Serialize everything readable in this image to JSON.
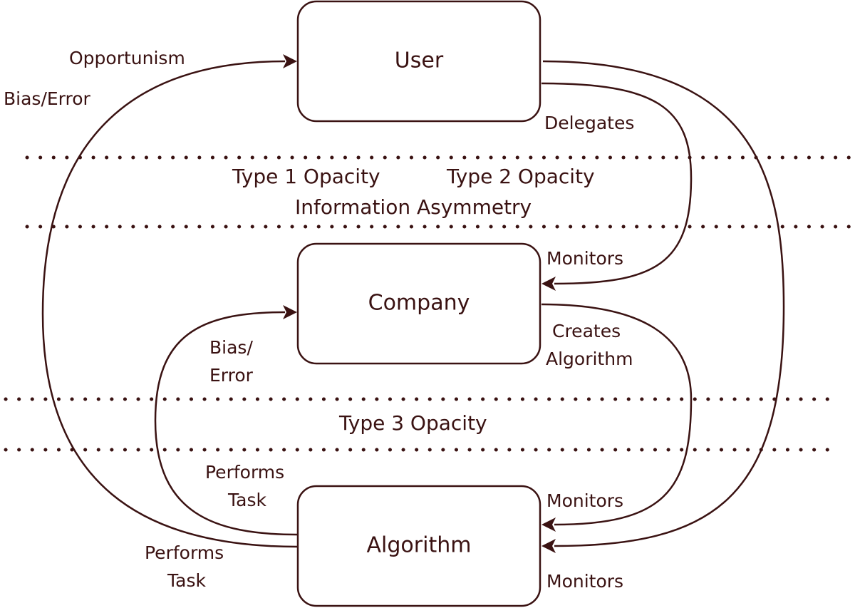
{
  "colors": {
    "stroke": "#3a1212",
    "background": "#ffffff"
  },
  "nodes": {
    "user": "User",
    "company": "Company",
    "algorithm": "Algorithm"
  },
  "zones": {
    "type1": "Type 1 Opacity",
    "type2": "Type 2 Opacity",
    "info_asymmetry": "Information Asymmetry",
    "type3": "Type 3 Opacity"
  },
  "edge_labels": {
    "opportunism": "Opportunism",
    "bias_error": "Bias/Error",
    "delegates": "Delegates",
    "monitors_company": "Monitors",
    "creates_line1": "Creates",
    "creates_line2": "Algorithm",
    "bias_line1": "Bias/",
    "bias_line2": "Error",
    "performs_inner_line1": "Performs",
    "performs_inner_line2": "Task",
    "monitors_algorithm_inner": "Monitors",
    "performs_outer_line1": "Performs",
    "performs_outer_line2": "Task",
    "monitors_algorithm_outer": "Monitors"
  }
}
